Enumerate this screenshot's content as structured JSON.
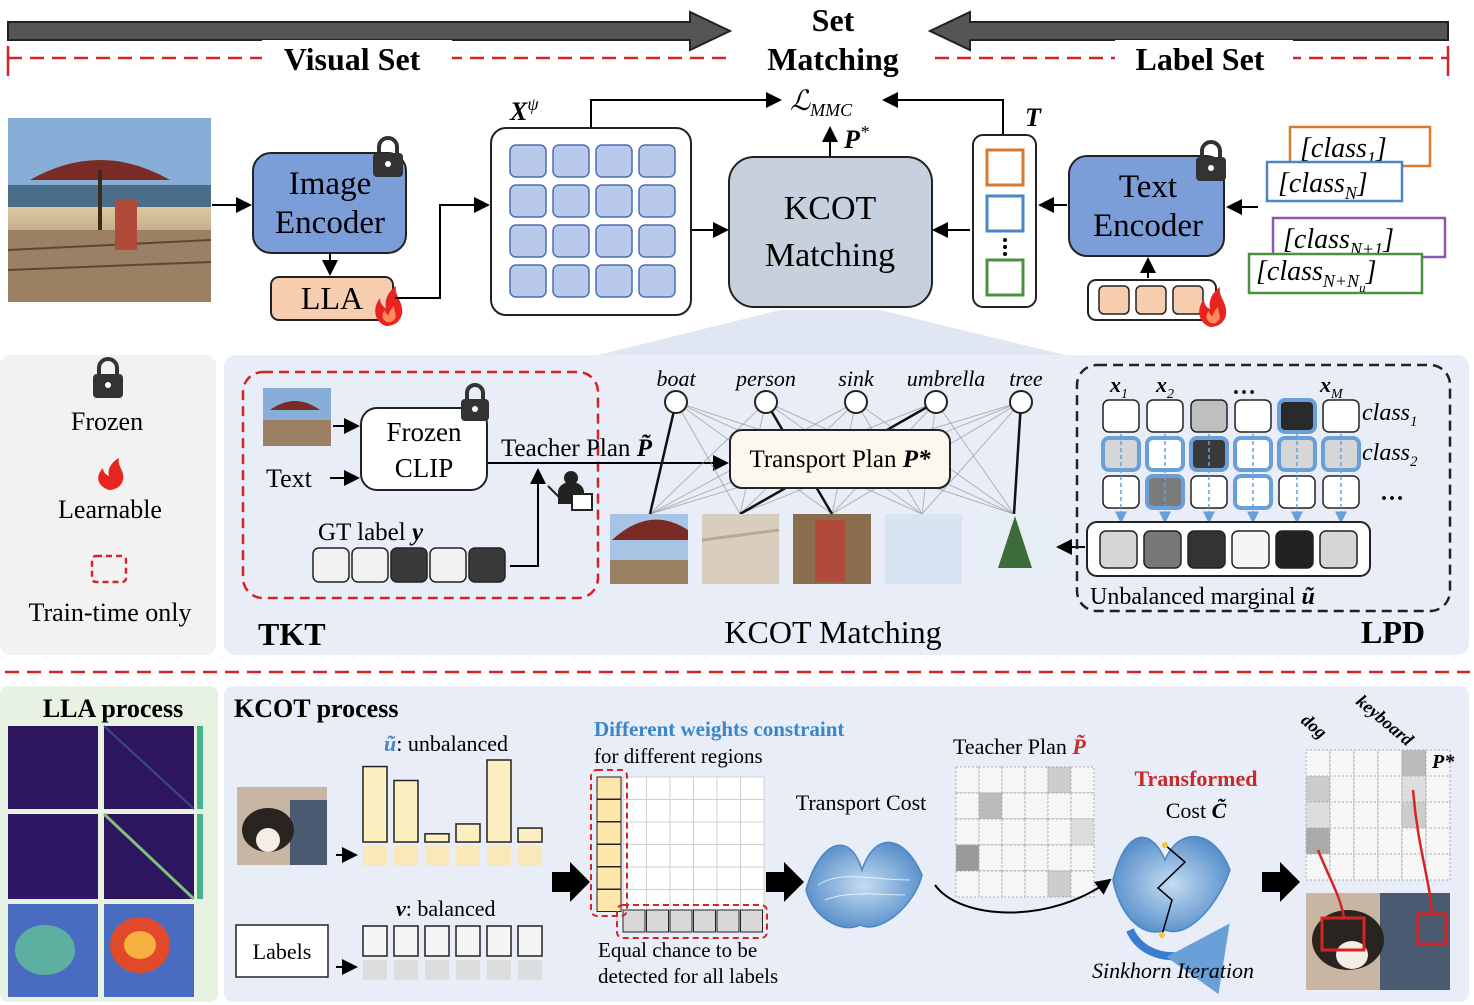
{
  "header": {
    "visual_set": "Visual Set",
    "set_matching_line1": "Set",
    "set_matching_line2": "Matching",
    "label_set": "Label Set"
  },
  "pipeline": {
    "image_encoder_line1": "Image",
    "image_encoder_line2": "Encoder",
    "lla": "LLA",
    "x_psi": "X",
    "x_psi_sup": "ψ",
    "loss": "ℒ",
    "loss_sub": "MMC",
    "p_star": "P",
    "p_star_sup": "*",
    "kcot_line1": "KCOT",
    "kcot_line2": "Matching",
    "t_label": "T",
    "text_encoder_line1": "Text",
    "text_encoder_line2": "Encoder",
    "classes": [
      {
        "text": "[class",
        "sub": "1",
        "close": "]",
        "color": "#d77a2e"
      },
      {
        "text": "[class",
        "sub": "N",
        "close": "]",
        "color": "#4a86c5"
      },
      {
        "text": "[class",
        "sub": "N+1",
        "close": "]",
        "color": "#8a57b0"
      },
      {
        "text": "[class",
        "sub": "N+N",
        "subsub": "u",
        "close": "]",
        "color": "#4a9040"
      }
    ]
  },
  "legend": {
    "frozen": "Frozen",
    "learnable": "Learnable",
    "train_time_only": "Train-time only"
  },
  "tkt": {
    "frozen_clip_line1": "Frozen",
    "frozen_clip_line2": "CLIP",
    "text": "Text",
    "teacher_plan": "Teacher Plan",
    "teacher_plan_symbol": "P̃",
    "gt_label": "GT label",
    "gt_symbol": "y",
    "title": "TKT"
  },
  "kcot_matching": {
    "nodes": [
      "boat",
      "person",
      "sink",
      "umbrella",
      "tree"
    ],
    "transport_plan": "Transport Plan",
    "transport_plan_symbol": "P*",
    "title": "KCOT Matching"
  },
  "lpd": {
    "column_labels": [
      "x",
      "x",
      "…",
      "x"
    ],
    "column_subs": [
      "1",
      "2",
      "",
      "M"
    ],
    "row_labels": [
      "class",
      "class",
      "…"
    ],
    "row_subs": [
      "1",
      "2",
      ""
    ],
    "unbalanced_marginal": "Unbalanced marginal",
    "u_symbol": "ũ",
    "title": "LPD"
  },
  "lla_process": {
    "title": "LLA process"
  },
  "kcot_process": {
    "title": "KCOT process",
    "u_label": "ũ",
    "u_text": ": unbalanced",
    "u_values": [
      0.92,
      0.75,
      0.1,
      0.22,
      1.0,
      0.17
    ],
    "v_label": "v",
    "v_text": ": balanced",
    "labels_box": "Labels",
    "diff_weights_line1": "Different weights constraint",
    "diff_weights_line2": "for different regions",
    "equal_chance_line1": "Equal chance to be",
    "equal_chance_line2": "detected for all labels",
    "transport_cost": "Transport Cost",
    "teacher_plan": "Teacher Plan",
    "teacher_plan_symbol": "P̃",
    "transformed": "Transformed",
    "cost": "Cost",
    "cost_symbol": "C̃",
    "sinkhorn": "Sinkhorn Iteration",
    "dog": "dog",
    "keyboard": "keyboard",
    "p_star": "P*"
  },
  "colors": {
    "encoder_blue": "#7b9ed8",
    "lla_peach": "#f7cdb0",
    "panel_bg": "#e8edf7",
    "legend_bg": "#f2f2f2",
    "lla_bg": "#e8f2e3",
    "red_dash": "#d42525",
    "highlight_blue": "#6aa0d8",
    "bar_yellow": "#fcefc0"
  }
}
